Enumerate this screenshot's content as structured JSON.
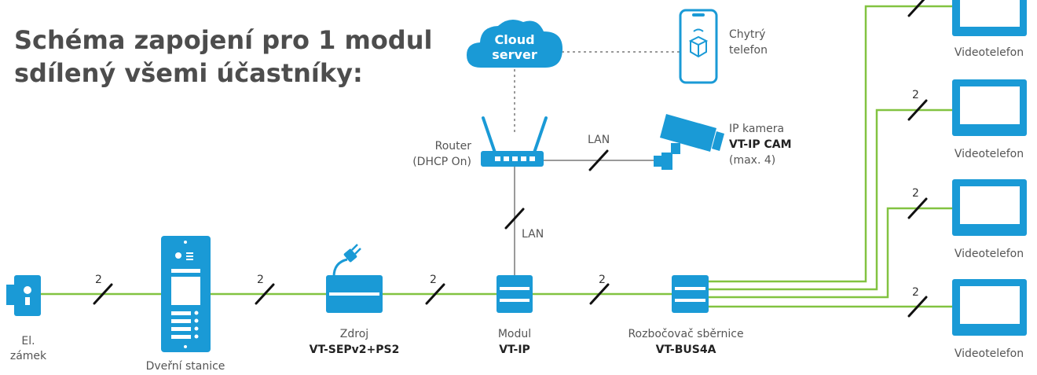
{
  "title": {
    "line1": "Schéma zapojení pro 1 modul",
    "line2": "sdílený všemi účastníky:"
  },
  "colors": {
    "device": "#1a9ad6",
    "bus": "#82c341",
    "lan": "#9a9a9a",
    "slash": "#111111"
  },
  "cloud": {
    "line1": "Cloud",
    "line2": "server"
  },
  "phone": {
    "line1": "Chytrý",
    "line2": "telefon"
  },
  "router": {
    "line1": "Router",
    "line2": "(DHCP On)"
  },
  "camera": {
    "line1": "IP kamera",
    "model": "VT-IP CAM",
    "line3": "(max. 4)"
  },
  "lan_labels": {
    "router_camera": "LAN",
    "router_module": "LAN"
  },
  "lock": {
    "line1": "El.",
    "line2": "zámek"
  },
  "door_station": {
    "label": "Dveřní stanice"
  },
  "power": {
    "line1": "Zdroj",
    "model": "VT-SEPv2+PS2"
  },
  "module": {
    "line1": "Modul",
    "model": "VT-IP"
  },
  "splitter": {
    "line1": "Rozbočovač sběrnice",
    "model": "VT-BUS4A"
  },
  "wire_count": "2",
  "videophones": [
    {
      "label": "Videotelefon"
    },
    {
      "label": "Videotelefon"
    },
    {
      "label": "Videotelefon"
    },
    {
      "label": "Videotelefon"
    }
  ]
}
